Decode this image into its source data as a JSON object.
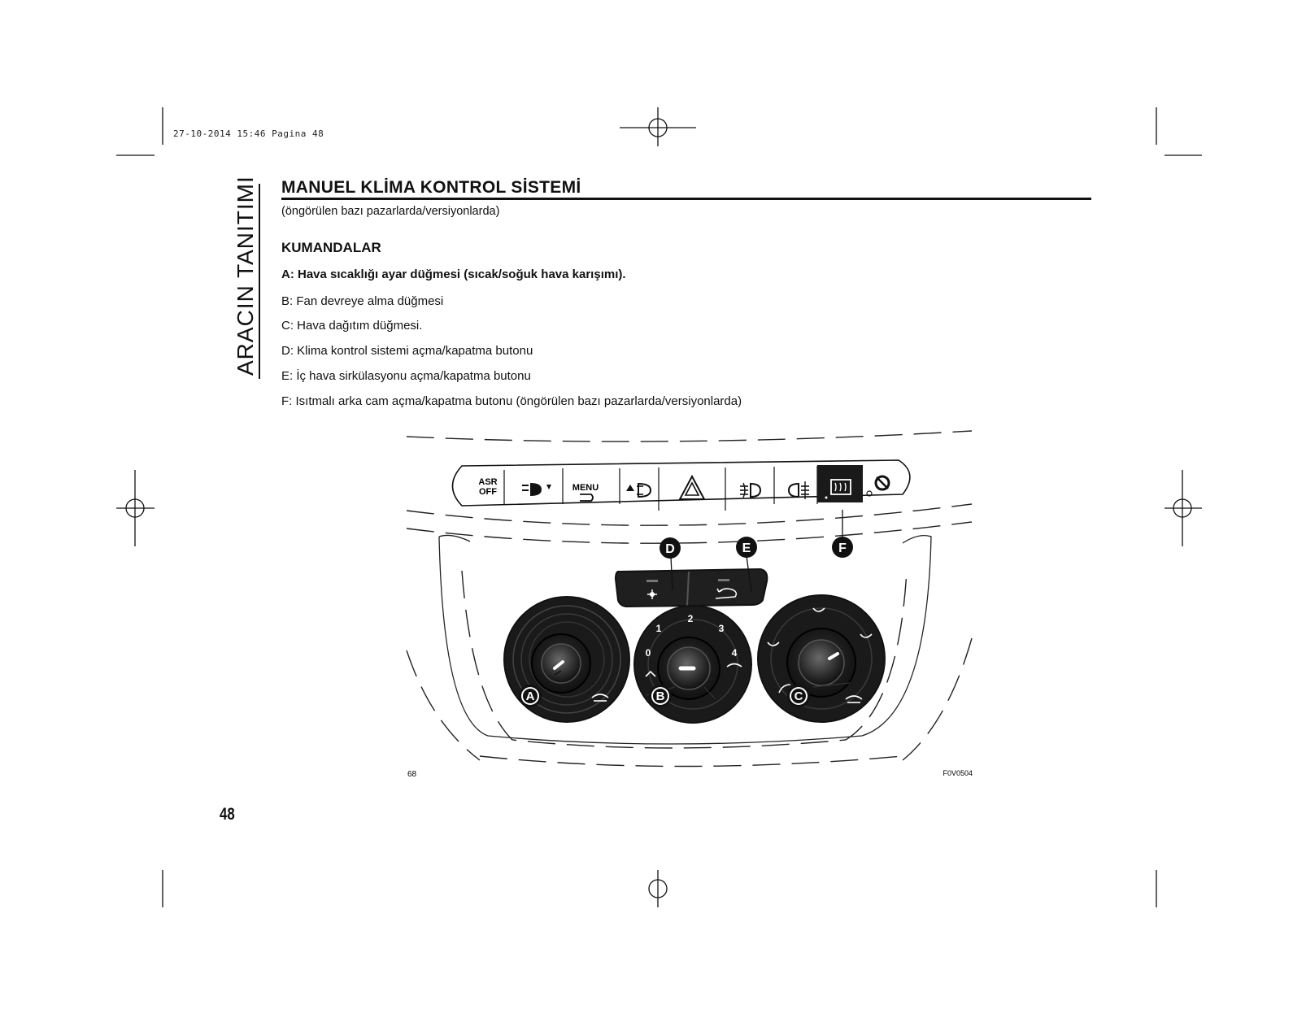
{
  "print_mark": "27-10-2014 15:46 Pagina 48",
  "side_tab": "ARACIN TANITIMI",
  "section": {
    "title": "MANUEL KLİMA KONTROL SİSTEMİ",
    "subtitle": "(öngörülen bazı pazarlarda/versiyonlarda)",
    "heading": "KUMANDALAR",
    "items": [
      "A: Hava sıcaklığı ayar düğmesi (sıcak/soğuk hava karışımı).",
      "B: Fan devreye alma düğmesi",
      "C: Hava dağıtım düğmesi.",
      "D: Klima kontrol sistemi açma/kapatma butonu",
      "E: İç hava sirkülasyonu açma/kapatma butonu",
      "F: Isıtmalı arka cam açma/kapatma butonu (öngörülen bazı pazarlarda/versiyonlarda)"
    ]
  },
  "figure": {
    "callouts": [
      "A",
      "B",
      "C",
      "D",
      "E",
      "F"
    ],
    "switch_labels": {
      "asr_top": "ASR",
      "asr_bottom": "OFF",
      "menu": "MENU"
    },
    "fan_scale": [
      "0",
      "1",
      "2",
      "3",
      "4"
    ],
    "left_caption": "68",
    "right_caption": "F0V0504",
    "icons": [
      "fan-icon",
      "recirculation-icon",
      "hazard-icon",
      "fog-light-icon",
      "rear-fog-icon",
      "rear-defrost-icon",
      "windscreen-defrost-icon",
      "headlight-adjust-icon"
    ]
  },
  "page_number": "48"
}
